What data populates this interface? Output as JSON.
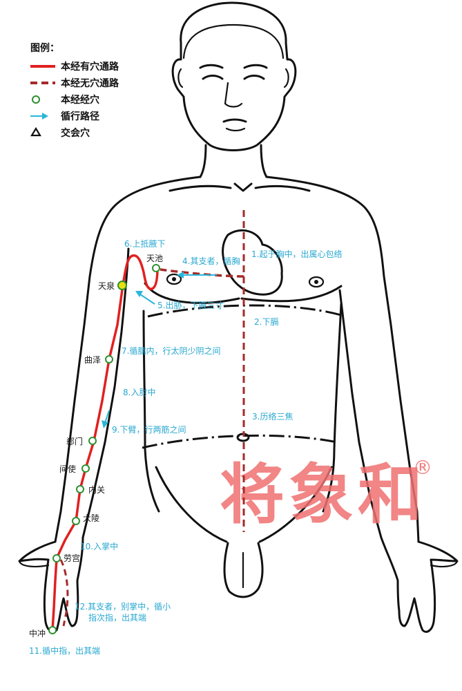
{
  "colors": {
    "route_solid": "#e02020",
    "route_dashed": "#a52a2a",
    "acupoint_ring": "#2f8f2f",
    "acupoint_highlight": "#e8e010",
    "path_arrow": "#29b6d8",
    "annotation_text": "#29a8d0",
    "body_outline": "#111111",
    "watermark": "#f07070"
  },
  "legend": {
    "title": "图例：",
    "items": [
      {
        "icon": "red-solid-line",
        "label": "本经有穴通路"
      },
      {
        "icon": "red-dashed-line",
        "label": "本经无穴通路"
      },
      {
        "icon": "green-circle",
        "label": "本经经穴"
      },
      {
        "icon": "cyan-arrow",
        "label": "循行路径"
      },
      {
        "icon": "black-triangle",
        "label": "交会穴"
      }
    ]
  },
  "acupoints": [
    "天池",
    "天泉",
    "曲泽",
    "郄门",
    "间使",
    "内关",
    "大陵",
    "劳宫",
    "中冲"
  ],
  "route_labels": [
    "1.起于胸中，出属心包络",
    "2.下膈",
    "3.历络三焦",
    "4.其支者，循胸",
    "5.出胁，下腋三寸",
    "6.上抵腋下",
    "7.循臑内，行太阴少阴之间",
    "8.入肘中",
    "9.下臂，行两筋之间",
    "10.入掌中",
    "11.循中指，出其端",
    "12.其支者，别掌中，循小",
    "指次指，出其端"
  ],
  "watermark": {
    "text": "将象和",
    "mark": "®"
  }
}
